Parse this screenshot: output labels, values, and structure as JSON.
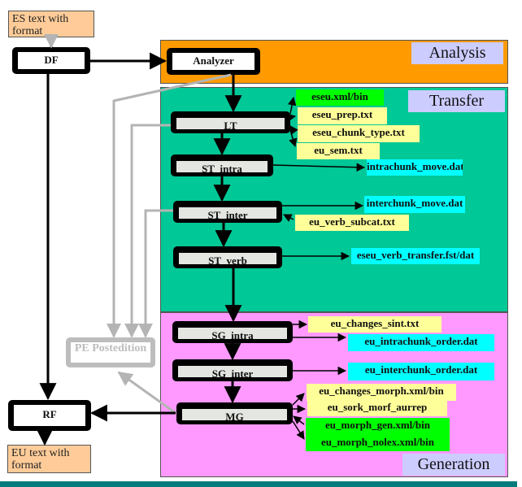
{
  "regions": {
    "analysis": {
      "label": "Analysis",
      "color": "#ff9a00"
    },
    "transfer": {
      "label": "Transfer",
      "color": "#00c896"
    },
    "generation": {
      "label": "Generation",
      "color": "#ff99ff"
    }
  },
  "io": {
    "input": "ES text with format",
    "output": "EU text with format"
  },
  "modules": {
    "df": "DF",
    "rf": "RF",
    "analyzer": "Analyzer",
    "lt": "LT",
    "st_intra": "ST_intra",
    "st_inter": "ST_inter",
    "st_verb": "ST_verb",
    "sg_intra": "SG_intra",
    "sg_inter": "SG_inter",
    "mg": "MG",
    "pe": "PE Postedition"
  },
  "files": {
    "lt": [
      {
        "name": "eseu.xml/bin",
        "color": "green"
      },
      {
        "name": "eseu_prep.txt",
        "color": "yellow"
      },
      {
        "name": "eseu_chunk_type.txt",
        "color": "yellow"
      },
      {
        "name": "eu_sem.txt",
        "color": "yellow"
      }
    ],
    "st_intra": [
      {
        "name": "intrachunk_move.dat",
        "color": "cyan"
      }
    ],
    "st_inter": [
      {
        "name": "interchunk_move.dat",
        "color": "cyan"
      },
      {
        "name": "eu_verb_subcat.txt",
        "color": "yellow"
      }
    ],
    "st_verb": [
      {
        "name": "eseu_verb_transfer.fst/dat",
        "color": "cyan"
      }
    ],
    "sg_intra": [
      {
        "name": "eu_changes_sint.txt",
        "color": "yellow"
      },
      {
        "name": "eu_intrachunk_order.dat",
        "color": "cyan"
      }
    ],
    "sg_inter": [
      {
        "name": "eu_interchunk_order.dat",
        "color": "cyan"
      }
    ],
    "mg": [
      {
        "name": "eu_changes_morph.xml/bin",
        "color": "yellow"
      },
      {
        "name": "eu_sork_morf_aurrep",
        "color": "yellow"
      },
      {
        "name": "eu_morph_gen.xml/bin",
        "color": "green"
      },
      {
        "name": "eu_morph_nolex.xml/bin",
        "color": "green"
      }
    ]
  },
  "colors": {
    "file_yellow": "#ffff99",
    "file_green": "#00ff00",
    "file_cyan": "#00ffff",
    "io_box": "#ffcc99",
    "label_box": "#ccccff",
    "postedit_grey": "#bdbdbd",
    "footer_bar": "#007b7b"
  }
}
